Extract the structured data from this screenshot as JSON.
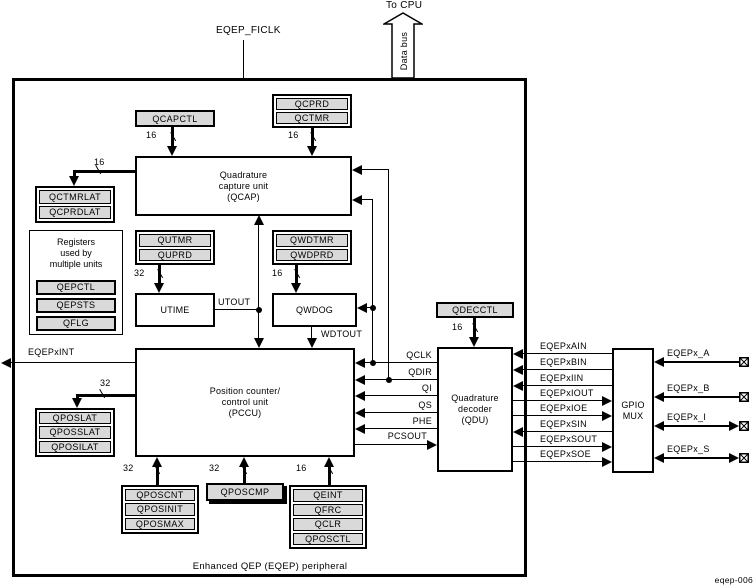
{
  "top": {
    "ficlk": "EQEP_FICLK",
    "to_cpu": "To CPU",
    "data_bus": "Data bus"
  },
  "footer": {
    "peripheral": "Enhanced QEP (EQEP) peripheral",
    "figure_id": "eqep-006"
  },
  "colors": {
    "register_fill": "#d9d9d9",
    "line": "#000000",
    "background": "#ffffff"
  },
  "blocks": {
    "qcap": {
      "l1": "Quadrature",
      "l2": "capture unit",
      "l3": "(QCAP)"
    },
    "pccu": {
      "l1": "Position counter/",
      "l2": "control unit",
      "l3": "(PCCU)"
    },
    "qdu": {
      "l1": "Quadrature",
      "l2": "decoder",
      "l3": "(QDU)"
    },
    "gpio": {
      "l1": "GPIO",
      "l2": "MUX"
    },
    "utime": "UTIME",
    "qwdog": "QWDOG"
  },
  "shared": {
    "t1": "Registers",
    "t2": "used by",
    "t3": "multiple units",
    "rows": [
      "QEPCTL",
      "QEPSTS",
      "QFLG"
    ]
  },
  "regs": {
    "qcapctl": "QCAPCTL",
    "qcprd": [
      "QCPRD",
      "QCTMR"
    ],
    "qlat": [
      "QCTMRLAT",
      "QCPRDLAT"
    ],
    "qutmr": [
      "QUTMR",
      "QUPRD"
    ],
    "qwdtmr": [
      "QWDTMR",
      "QWDPRD"
    ],
    "qdecctl": "QDECCTL",
    "qposlat": [
      "QPOSLAT",
      "QPOSSLAT",
      "QPOSILAT"
    ],
    "qposcnt": [
      "QPOSCNT",
      "QPOSINIT",
      "QPOSMAX"
    ],
    "qposcmp": "QPOSCMP",
    "qeint": [
      "QEINT",
      "QFRC",
      "QCLR",
      "QPOSCTL"
    ]
  },
  "widths": {
    "qcapctl": "16",
    "qctmr": "16",
    "qlat": "16",
    "utime": "32",
    "qwdog": "16",
    "qdecctl": "16",
    "qposlat": "32",
    "qposcnt": "32",
    "qposcmp": "32",
    "qeint": "16"
  },
  "signals": {
    "eqepxint": "EQEPxINT",
    "utout": "UTOUT",
    "wdtout": "WDTOUT",
    "pcsout": "PCSOUT",
    "decoder": [
      "QCLK",
      "QDIR",
      "QI",
      "QS",
      "PHE"
    ],
    "gpio": [
      "EQEPxAIN",
      "EQEPxBIN",
      "EQEPxIIN",
      "EQEPxIOUT",
      "EQEPxIOE",
      "EQEPxSIN",
      "EQEPxSOUT",
      "EQEPxSOE"
    ],
    "pins": [
      "EQEPx_A",
      "EQEPx_B",
      "EQEPx_I",
      "EQEPx_S"
    ]
  }
}
